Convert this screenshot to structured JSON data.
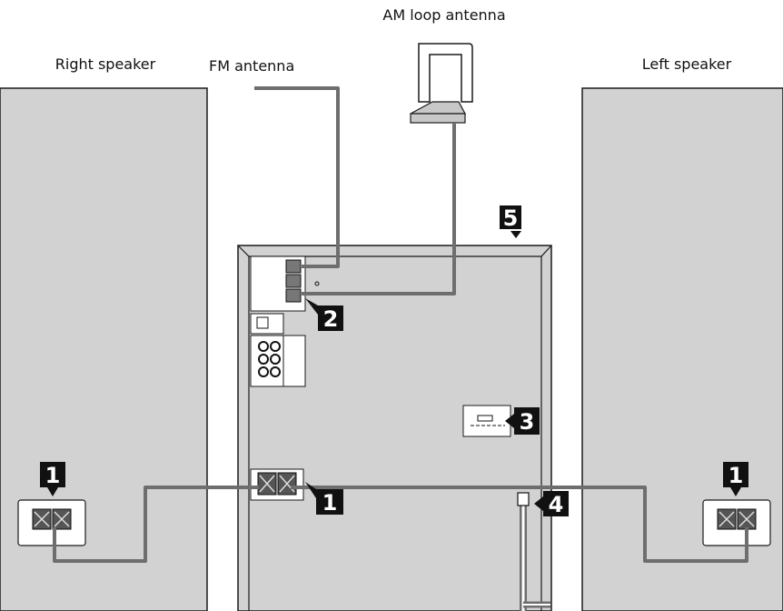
{
  "labels": {
    "am_antenna": "AM loop antenna",
    "fm_antenna": "FM antenna",
    "right_speaker": "Right speaker",
    "left_speaker": "Left speaker"
  },
  "step_badges": {
    "speaker_terminal_main": "1",
    "speaker_terminal_right": "1",
    "speaker_terminal_left": "1",
    "antenna_terminals": "2",
    "voltage_selector": "3",
    "power_cord": "4",
    "main_unit": "5"
  },
  "colors": {
    "panel": "#d2d2d2",
    "outline": "#1a1a1a",
    "cable": "#6e6e6e",
    "badge": "#111111"
  }
}
